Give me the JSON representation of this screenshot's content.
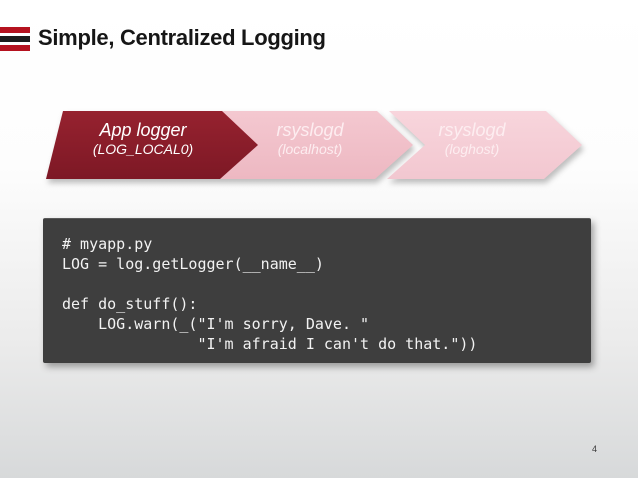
{
  "slide": {
    "title": "Simple, Centralized Logging",
    "page_number": "4"
  },
  "flow": {
    "steps": [
      {
        "title": "App logger",
        "subtitle": "(LOG_LOCAL0)"
      },
      {
        "title": "rsyslogd",
        "subtitle": "(localhost)"
      },
      {
        "title": "rsyslogd",
        "subtitle": "(loghost)"
      }
    ]
  },
  "code": {
    "lines": [
      "# myapp.py",
      "LOG = log.getLogger(__name__)",
      "",
      "def do_stuff():",
      "    LOG.warn(_(\"I'm sorry, Dave. \"",
      "               \"I'm afraid I can't do that.\"))"
    ]
  },
  "colors": {
    "logo_red": "#b5121f",
    "logo_dark": "#1c1c1c",
    "arrow_dark_red": "#8a202e",
    "arrow_pink": "#f2c4cc",
    "arrow_light_pink": "#f6d0d7",
    "code_background": "#3e3e3e",
    "code_text": "#f2f2f2",
    "background_bottom": "#d7d9da"
  }
}
